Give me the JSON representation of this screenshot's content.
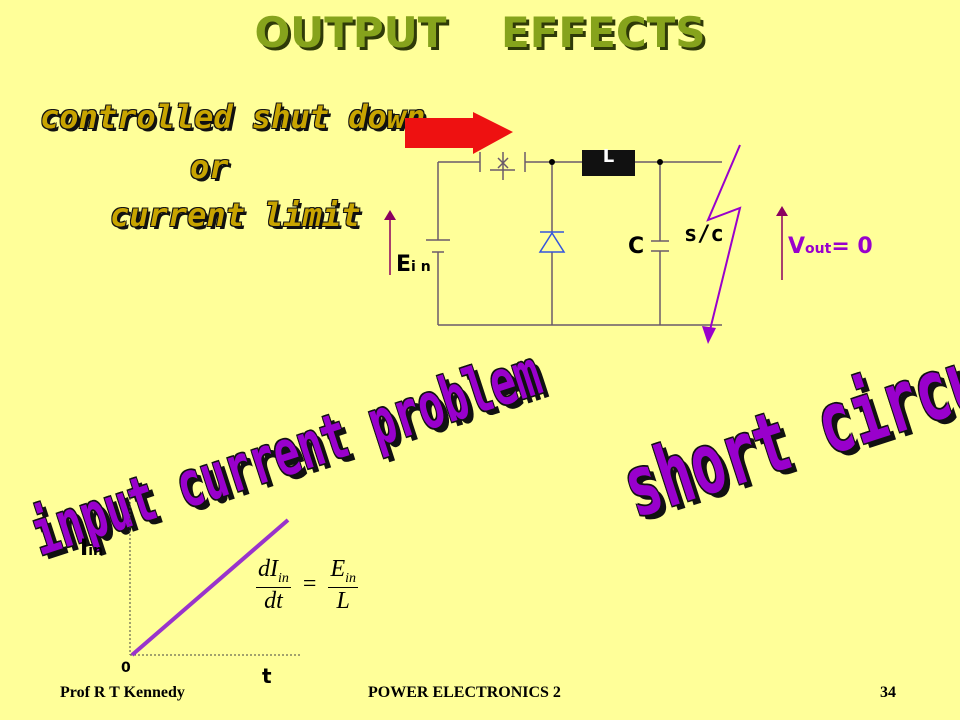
{
  "slide": {
    "title": "OUTPUT     EFFECTS",
    "notes": {
      "line1": "controlled shut down",
      "line2": "or",
      "line3": "current limit"
    },
    "input_problem": "input current problem",
    "short_circuit": "short circuit"
  },
  "circuit": {
    "inductor_label": "L",
    "capacitor_label": "C",
    "short_label": "s/c",
    "source_label": "E",
    "source_sub": "i n",
    "vout_label": "V",
    "vout_sub": "out",
    "vout_value": "= 0"
  },
  "graph": {
    "ylabel": "I",
    "ylabel_sub": "in",
    "xlabel": "t",
    "origin": "0"
  },
  "equation": {
    "lhs_num": "dI",
    "lhs_num_sub": "in",
    "lhs_den": "dt",
    "equals": "=",
    "rhs_num": "E",
    "rhs_num_sub": "in",
    "rhs_den": "L"
  },
  "footer": {
    "author": "Prof R T Kennedy",
    "course": "POWER ELECTRONICS 2",
    "page": "34"
  },
  "colors": {
    "background": "#FFFF99",
    "title": "#86A31C",
    "accent": "#9900CC",
    "arrow": "#EE1111"
  }
}
